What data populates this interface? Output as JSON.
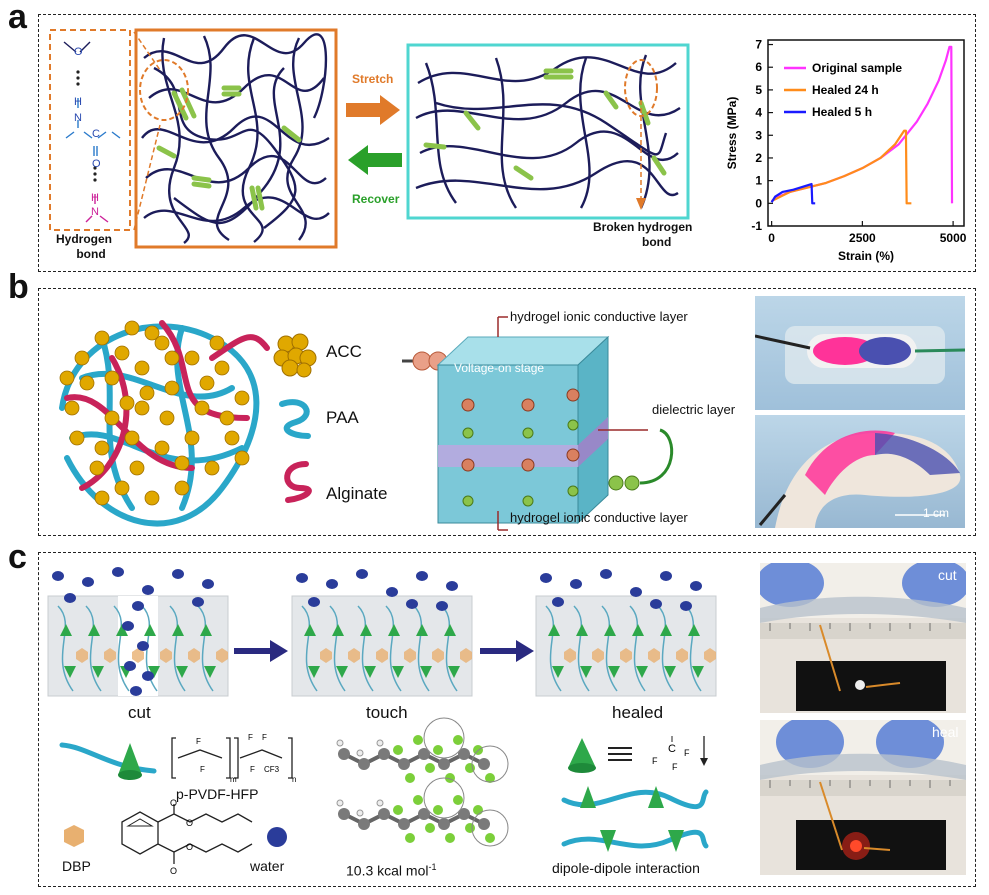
{
  "panels": {
    "a": "a",
    "b": "b",
    "c": "c"
  },
  "panel_a": {
    "hbond_label_1": "Hydrogen",
    "hbond_label_2": "bond",
    "atoms": {
      "o1": "O",
      "h1": "H",
      "n1": "N",
      "c": "C",
      "o2": "O",
      "h2": "H",
      "n2": "N"
    },
    "stretch": "Stretch",
    "recover": "Recover",
    "broken_1": "Broken hydrogen",
    "broken_2": "bond"
  },
  "chart_data": {
    "type": "line",
    "xlabel": "Strain (%)",
    "ylabel": "Stress (MPa)",
    "xlim": [
      -100,
      5300
    ],
    "ylim": [
      -1,
      7.2
    ],
    "xticks": [
      "0",
      "2500",
      "5000"
    ],
    "yticks": [
      "-1",
      "0",
      "1",
      "2",
      "3",
      "4",
      "5",
      "6",
      "7"
    ],
    "legend_position": "top-left",
    "series": [
      {
        "name": "Original sample",
        "color": "#ff33ff",
        "x": [
          0,
          200,
          500,
          1000,
          1500,
          2000,
          2500,
          3000,
          3500,
          3700,
          4000,
          4300,
          4600,
          4800,
          4900,
          4950,
          4970
        ],
        "y": [
          0.1,
          0.3,
          0.5,
          0.7,
          0.9,
          1.2,
          1.55,
          2.0,
          2.6,
          3.0,
          3.6,
          4.4,
          5.4,
          6.3,
          6.9,
          6.9,
          0
        ]
      },
      {
        "name": "Healed 24 h",
        "color": "#ff8c1a",
        "x": [
          0,
          500,
          1000,
          1500,
          2000,
          2500,
          3000,
          3400,
          3650,
          3700,
          3720,
          3850
        ],
        "y": [
          0.1,
          0.5,
          0.7,
          0.9,
          1.2,
          1.55,
          2.0,
          2.6,
          3.2,
          3.2,
          0,
          0
        ]
      },
      {
        "name": "Healed 5 h",
        "color": "#1a1aff",
        "x": [
          0,
          100,
          300,
          600,
          900,
          1100,
          1120,
          1200
        ],
        "y": [
          0.05,
          0.3,
          0.5,
          0.6,
          0.75,
          0.85,
          0,
          0
        ]
      }
    ]
  },
  "panel_b": {
    "legend": {
      "acc": "ACC",
      "paa": "PAA",
      "alginate": "Alginate"
    },
    "top_layer": "hydrogel ionic conductive layer",
    "dielectric": "dielectric layer",
    "bottom_layer": "hydrogel ionic conductive layer",
    "stage": "Voltage-on stage",
    "scalebar": "1 cm"
  },
  "panel_c": {
    "steps": {
      "cut": "cut",
      "touch": "touch",
      "healed": "healed"
    },
    "polymer": "p-PVDF-HFP",
    "dbp": "DBP",
    "water": "water",
    "energy": "10.3 kcal mol",
    "energy_sup": "-1",
    "interaction": "dipole-dipole interaction",
    "photo_top": "cut",
    "photo_bottom": "heal"
  },
  "colors": {
    "orange": "#e07a2a",
    "teal": "#4fd6d0",
    "navy": "#1c1c5a",
    "green": "#8bc34a",
    "magenta": "#ff33ff",
    "blue_line": "#1a1aff",
    "gold": "#e0a800",
    "cyan": "#2aa7c9",
    "crimson": "#c8235a",
    "water_blue": "#2a3c9a"
  }
}
